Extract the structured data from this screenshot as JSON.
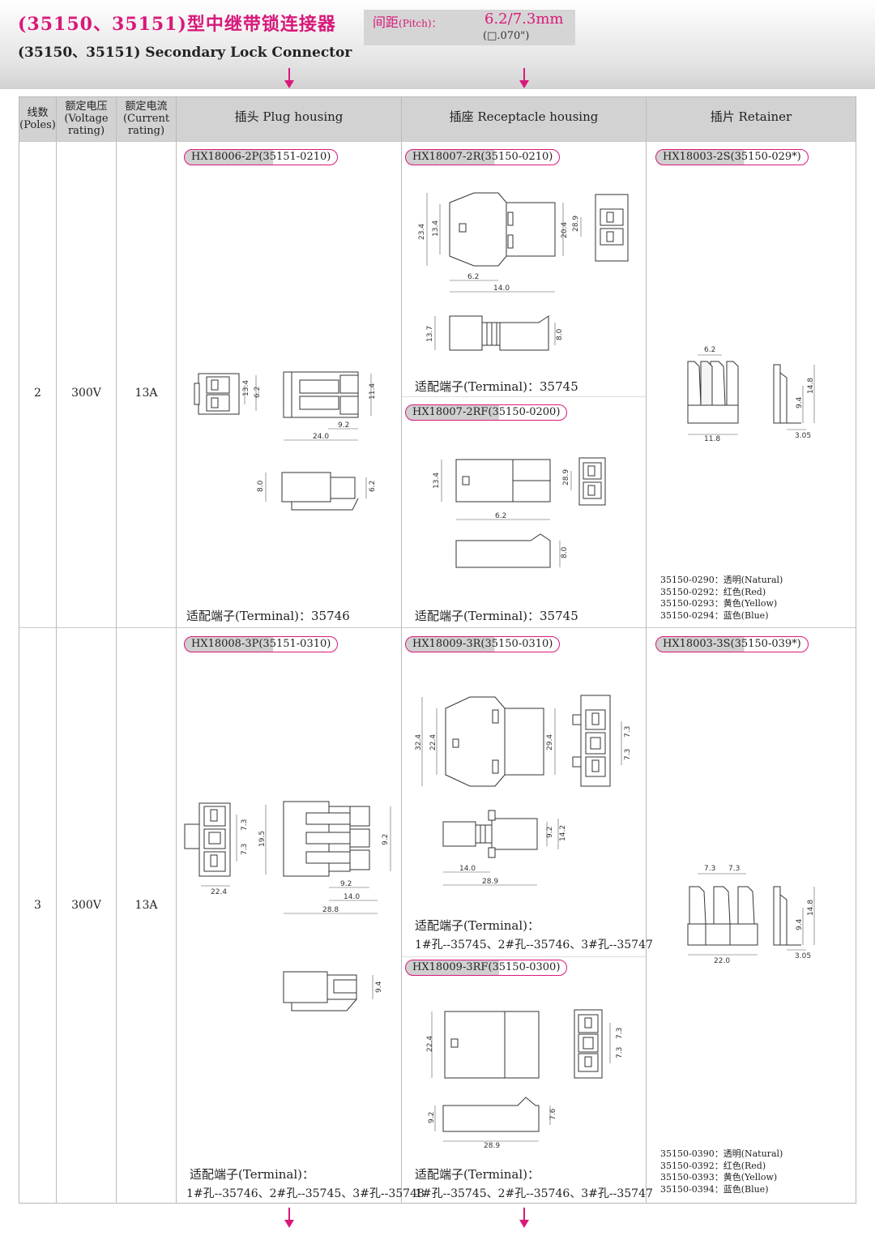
{
  "header": {
    "title_cn": "(35150、35151)型中继带锁连接器",
    "title_en": "(35150、35151) Secondary Lock Connector",
    "pitch_label_cn": "间距",
    "pitch_label_en": "(Pitch)：",
    "pitch_value": "6.2/7.3mm",
    "pitch_sub": "(□.070\")"
  },
  "columns": {
    "poles": [
      "线数",
      "(Poles)"
    ],
    "voltage": [
      "额定电压",
      "(Voltage",
      "rating)"
    ],
    "current": [
      "额定电流",
      "(Current",
      "rating)"
    ],
    "plug": "插头  Plug housing",
    "receptacle": "插座  Receptacle housing",
    "retainer": "插片  Retainer"
  },
  "rows": [
    {
      "poles": "2",
      "voltage": "300V",
      "current": "13A",
      "plug_part": "HX18006-2P(35151-0210)",
      "plug_terminal": "适配端子(Terminal)：35746",
      "rec_part_1": "HX18007-2R(35150-0210)",
      "rec_terminal_1": "适配端子(Terminal)：35745",
      "rec_part_2": "HX18007-2RF(35150-0200)",
      "rec_terminal_2": "适配端子(Terminal)：35745",
      "retainer_part": "HX18003-2S(35150-029*)",
      "retainer_colors": [
        "35150-0290：透明(Natural)",
        "35150-0292：红色(Red)",
        "35150-0293：黄色(Yellow)",
        "35150-0294：蓝色(Blue)"
      ]
    },
    {
      "poles": "3",
      "voltage": "300V",
      "current": "13A",
      "plug_part": "HX18008-3P(35151-0310)",
      "plug_terminal_a": "适配端子(Terminal)：",
      "plug_terminal_b": "1#孔--35746、2#孔--35745、3#孔--35748",
      "rec_part_1": "HX18009-3R(35150-0310)",
      "rec_terminal_1a": "适配端子(Terminal)：",
      "rec_terminal_1b": "1#孔--35745、2#孔--35746、3#孔--35747",
      "rec_part_2": "HX18009-3RF(35150-0300)",
      "rec_terminal_2a": "适配端子(Terminal)：",
      "rec_terminal_2b": "1#孔--35745、2#孔--35746、3#孔--35747",
      "retainer_part": "HX18003-3S(35150-039*)",
      "retainer_colors": [
        "35150-0390：透明(Natural)",
        "35150-0392：红色(Red)",
        "35150-0393：黄色(Yellow)",
        "35150-0394：蓝色(Blue)"
      ]
    }
  ],
  "dims": {
    "r1_plug": [
      "13.4",
      "6.2",
      "11.4",
      "9.2",
      "24.0",
      "8.0",
      "6.2"
    ],
    "r1_rec": [
      "23.4",
      "13.4",
      "20.4",
      "6.2",
      "14.0",
      "28.9",
      "13.7",
      "8.0"
    ],
    "r1_recf": [
      "13.4",
      "6.2",
      "28.9",
      "8.0"
    ],
    "r1_ret": [
      "6.2",
      "11.8",
      "9.4",
      "14.8",
      "3.05"
    ],
    "r2_plug": [
      "7.3",
      "7.3",
      "22.4",
      "19.5",
      "9.2",
      "9.2",
      "14.0",
      "28.8",
      "9.4"
    ],
    "r2_rec": [
      "32.4",
      "22.4",
      "29.4",
      "7.3",
      "7.3",
      "9.2",
      "14.2",
      "14.0",
      "28.9"
    ],
    "r2_recf": [
      "22.4",
      "7.3",
      "7.3",
      "9.2",
      "7.6",
      "28.9"
    ],
    "r2_ret": [
      "7.3",
      "7.3",
      "22.0",
      "9.4",
      "14.8",
      "3.05"
    ]
  }
}
